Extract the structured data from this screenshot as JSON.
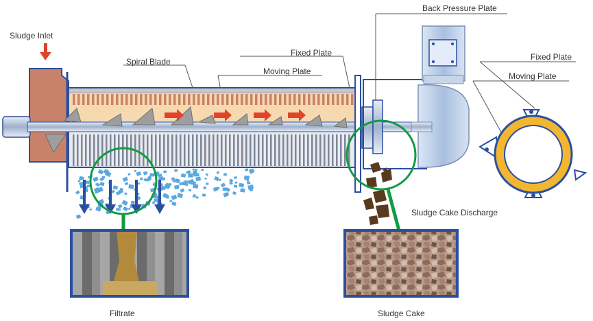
{
  "labels": {
    "sludge_inlet": "Sludge Inlet",
    "spiral_blade": "Spiral Blade",
    "fixed_plate": "Fixed Plate",
    "moving_plate": "Moving Plate",
    "back_pressure_plate": "Back Pressure Plate",
    "fixed_plate_ring": "Fixed Plate",
    "moving_plate_ring": "Moving Plate",
    "sludge_cake_discharge": "Sludge Cake Discharge",
    "filtrate": "Filtrate",
    "sludge_cake": "Sludge Cake"
  },
  "colors": {
    "sludge": "#c9826a",
    "frame": "#2b4fa0",
    "plate_fill": "#f7d9b0",
    "blade": "#9e9e9e",
    "arrow": "#e0442b",
    "green": "#139a43",
    "drop": "#5aa8e0",
    "ring": "#f2b631",
    "motor": "#bcd0ea",
    "cake": "#5a3a1e"
  }
}
